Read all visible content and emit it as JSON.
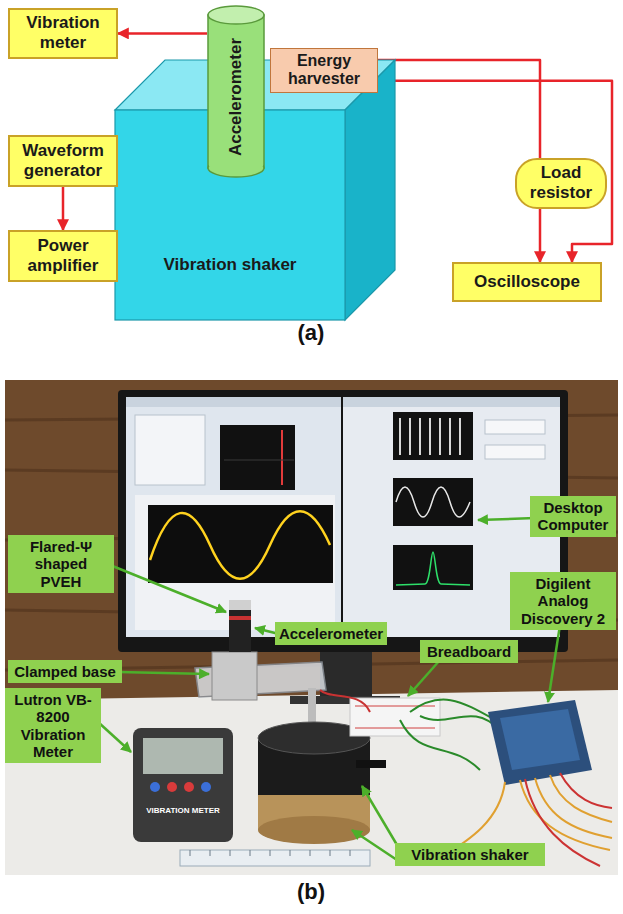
{
  "diagram": {
    "nodes": [
      {
        "text": [
          "Vibration meter"
        ]
      },
      {
        "text": [
          "Accelerometer"
        ]
      },
      {
        "text": [
          "Energy harvester"
        ]
      },
      {
        "text": [
          "Waveform generator"
        ]
      },
      {
        "text": [
          "Vibration shaker"
        ]
      },
      {
        "text": [
          "Load resistor"
        ]
      },
      {
        "text": [
          "Power amplifier"
        ]
      },
      {
        "text": [
          "Oscilloscope"
        ]
      },
      {
        "text": [
          "Desktop Computer"
        ]
      },
      {
        "text": [
          "Flared-Ψ shaped PVEH"
        ]
      },
      {
        "text": [
          "Digilent Analog Discovery 2"
        ]
      },
      {
        "text": [
          "Accelerometer"
        ]
      },
      {
        "text": [
          "Breadboard"
        ]
      },
      {
        "text": [
          "Clamped base"
        ]
      },
      {
        "text": [
          "Lutron VB-8200 Vibration Meter"
        ]
      },
      {
        "text": [
          "Vibration shaker"
        ]
      }
    ],
    "edges": [
      {
        "from": 1,
        "to": 0,
        "arrow": "to"
      },
      {
        "from": 3,
        "to": 6,
        "arrow": "to"
      },
      {
        "from": 6,
        "to": 4,
        "arrow": "to"
      },
      {
        "from": 2,
        "to": 5,
        "arrow": "none"
      },
      {
        "from": 2,
        "to": 7,
        "arrow": "to"
      },
      {
        "from": 5,
        "to": 7,
        "arrow": "to"
      }
    ],
    "labels": [
      "(a)",
      "VIBRATION METER",
      "(b)"
    ]
  }
}
